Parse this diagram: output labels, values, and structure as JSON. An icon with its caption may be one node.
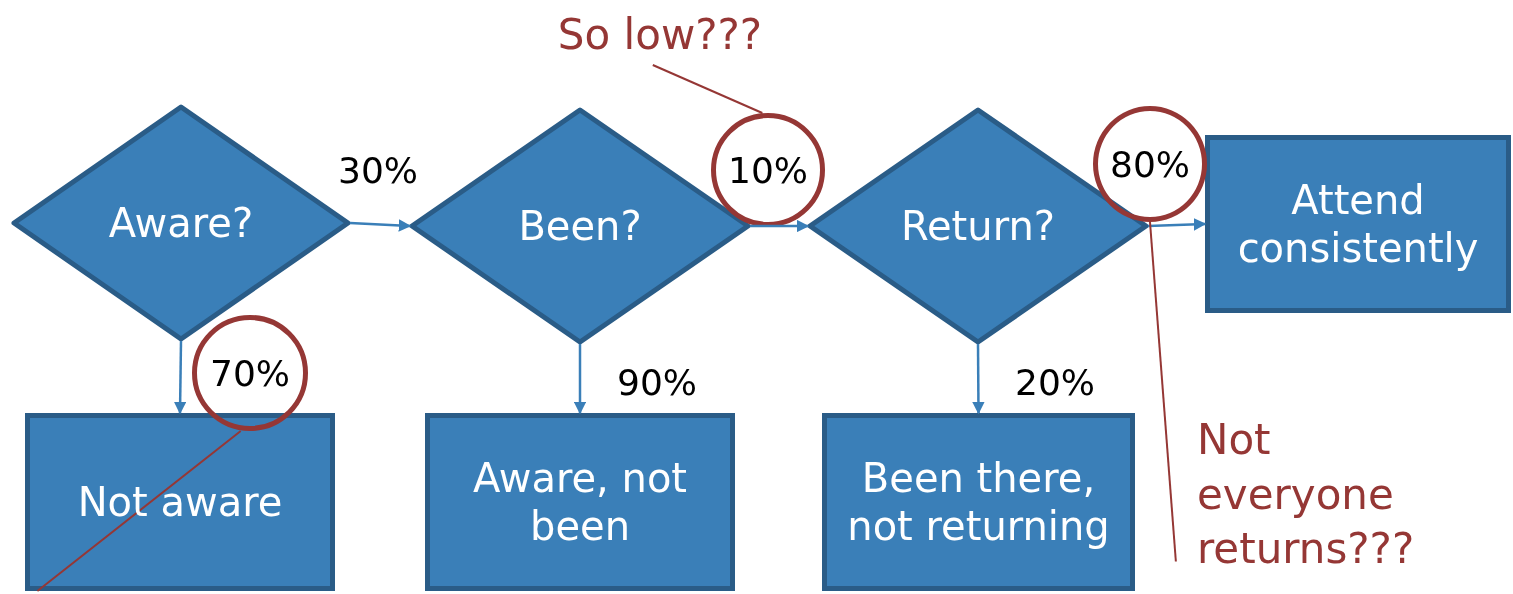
{
  "diagram": {
    "nodes": [
      {
        "text": [
          "Aware?"
        ]
      },
      {
        "text": [
          "Been?"
        ]
      },
      {
        "text": [
          "Return?"
        ]
      },
      {
        "text": [
          "Attend consistently"
        ]
      },
      {
        "text": [
          "Not aware"
        ]
      },
      {
        "text": [
          "Aware, not been"
        ]
      },
      {
        "text": [
          "Been there, not returning"
        ]
      },
      {
        "text": [
          "70%"
        ]
      },
      {
        "text": [
          "10%"
        ]
      },
      {
        "text": [
          "80%"
        ]
      },
      {
        "text": [
          "So low???"
        ]
      },
      {
        "text": [
          "Not everyone returns???"
        ]
      }
    ],
    "edges": [
      {
        "from": 0,
        "to": 1,
        "arrow": "to",
        "label": "30%"
      },
      {
        "from": 1,
        "to": 2,
        "arrow": "to"
      },
      {
        "from": 2,
        "to": 3,
        "arrow": "to"
      },
      {
        "from": 0,
        "to": 4,
        "arrow": "to"
      },
      {
        "from": 1,
        "to": 5,
        "arrow": "to",
        "label": "90%"
      },
      {
        "from": 2,
        "to": 6,
        "arrow": "to",
        "label": "20%"
      },
      {
        "from": 10,
        "to": 8,
        "arrow": "none",
        "color": "#953735"
      },
      {
        "from": 11,
        "to": 9,
        "arrow": "none",
        "color": "#953735"
      },
      {
        "from": 7,
        "to": 4,
        "arrow": "none",
        "color": "#953735"
      }
    ]
  }
}
